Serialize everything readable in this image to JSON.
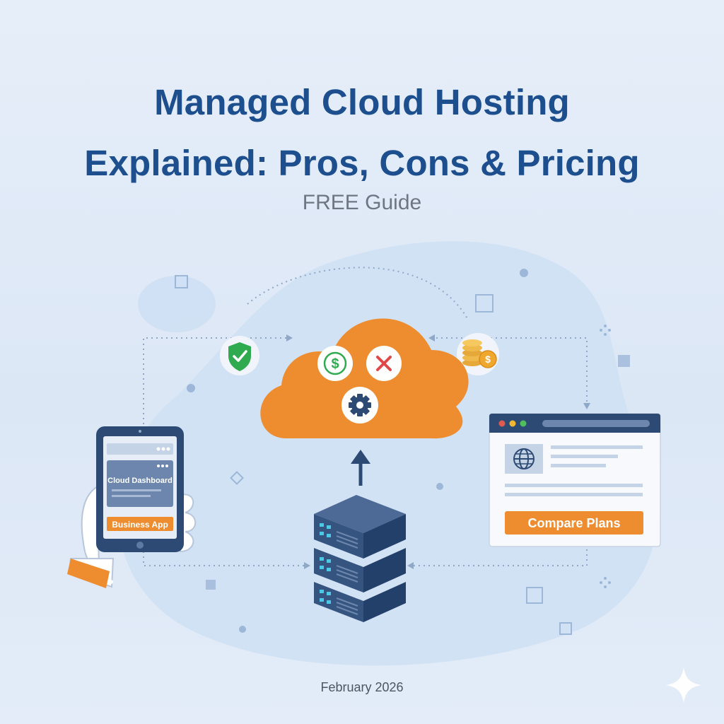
{
  "header": {
    "title_line1": "Managed Cloud Hosting",
    "title_line2": "Explained: Pros, Cons & Pricing",
    "subtitle": "FREE Guide"
  },
  "tablet": {
    "panel_label": "Cloud Dashboard",
    "button_label": "Business App"
  },
  "browser": {
    "button_label": "Compare Plans"
  },
  "footer": {
    "date": "February 2026"
  },
  "icons": {
    "shield": "shield-check-icon",
    "coins": "coins-dollar-icon",
    "cloud": "cloud-icon",
    "dollar": "dollar-icon",
    "x": "x-icon",
    "gear": "gear-icon",
    "server": "server-stack-icon",
    "globe": "globe-icon",
    "sparkle": "sparkle-icon"
  },
  "colors": {
    "title": "#1d4f8f",
    "accent_orange": "#ee8d2f",
    "navy": "#2d4a74",
    "background": "#e3ecf8"
  }
}
